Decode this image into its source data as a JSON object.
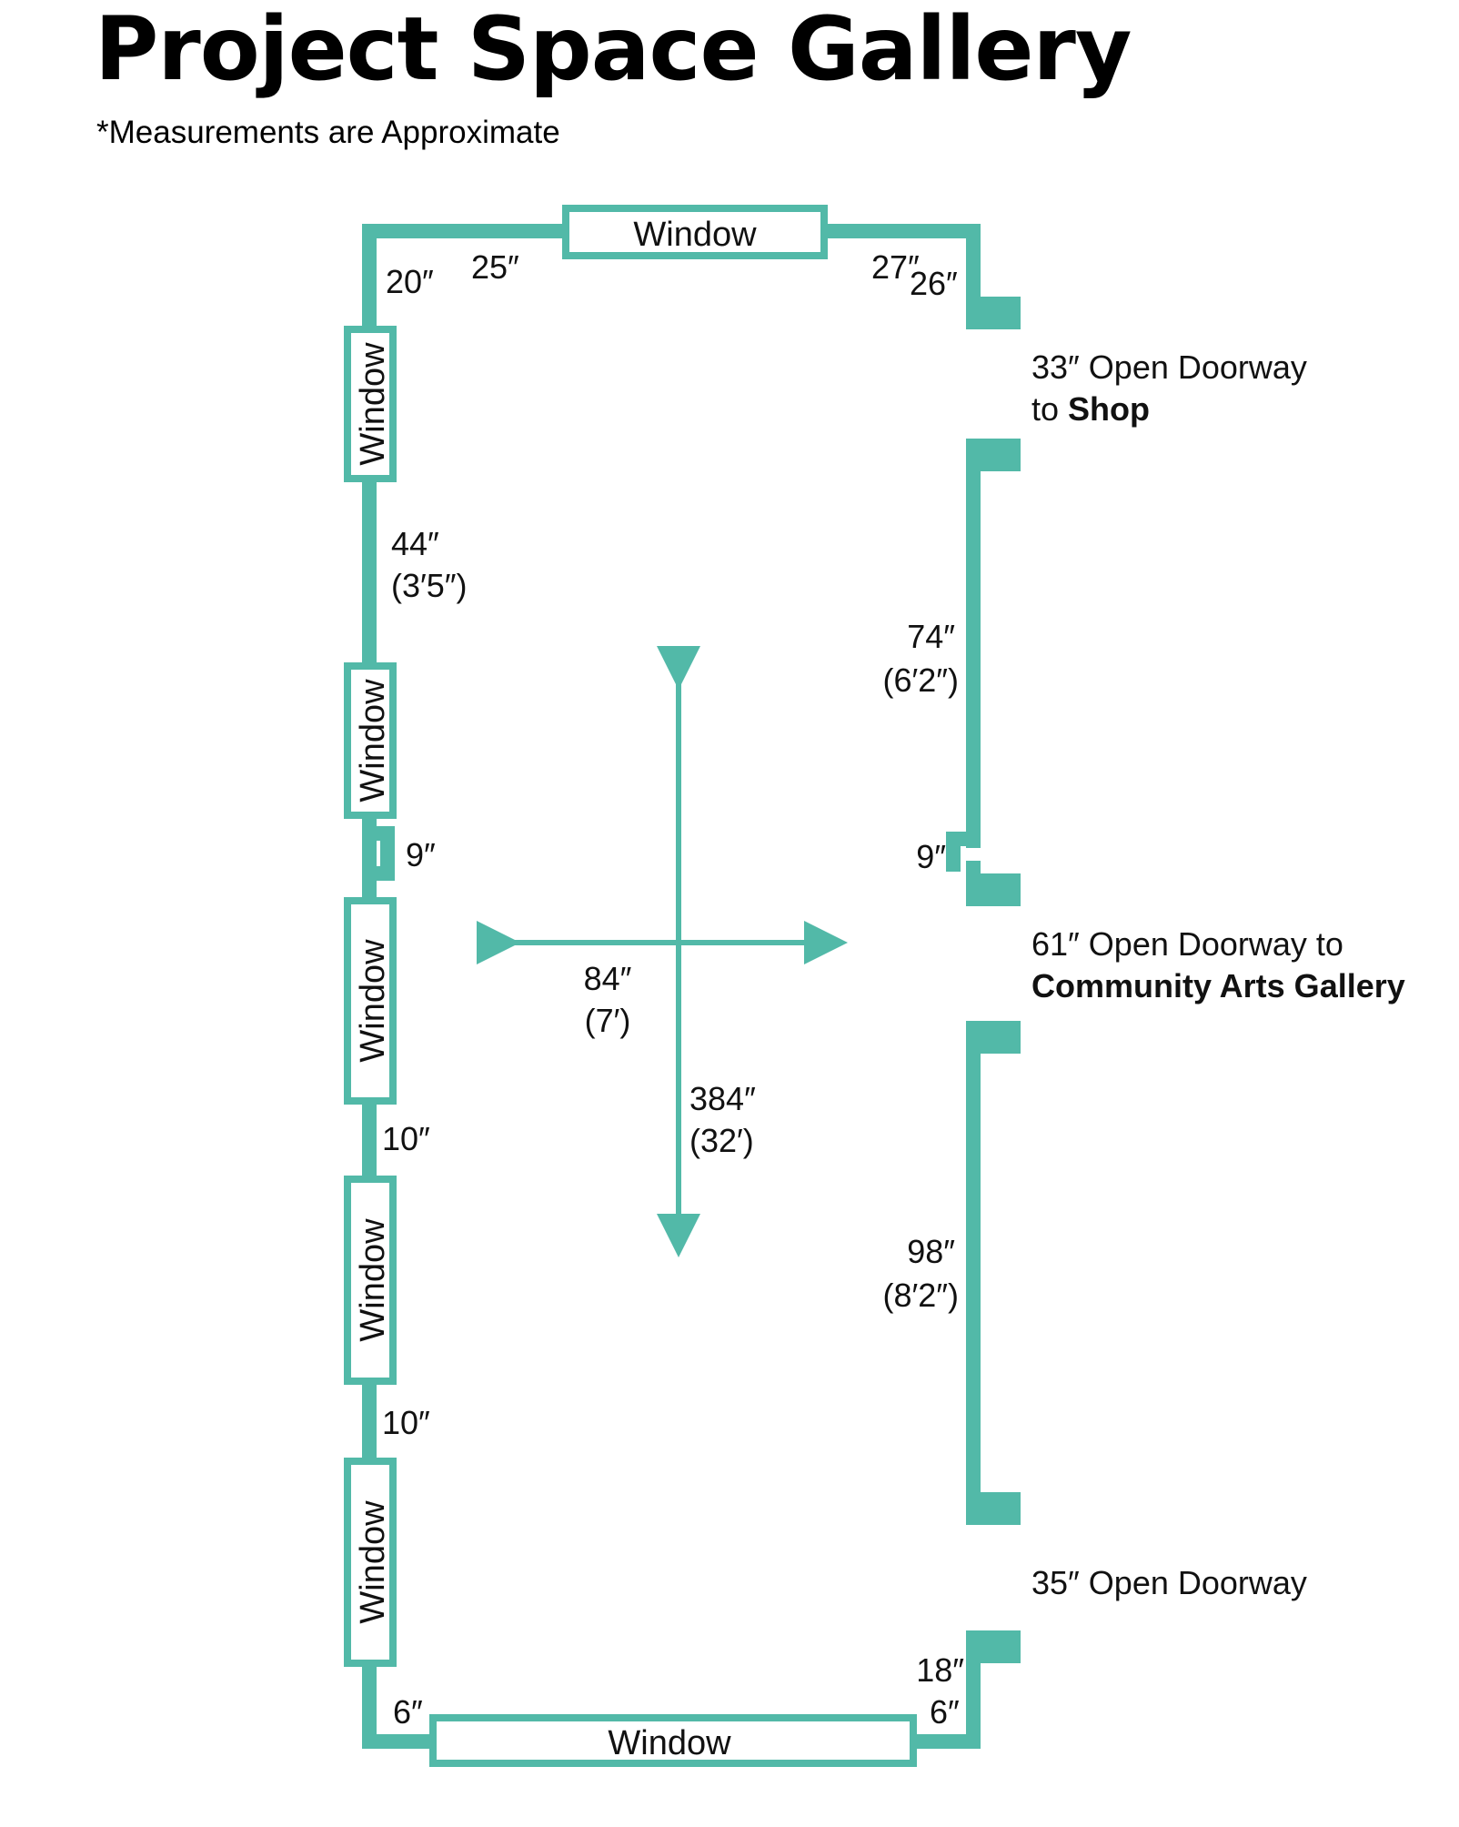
{
  "title": "Project Space Gallery",
  "subtitle": "*Measurements are Approximate",
  "colors": {
    "wall": "#52b9a8",
    "text": "#111111",
    "background": "#ffffff"
  },
  "windows": {
    "top": "Window",
    "bottom": "Window",
    "left_1": "Window",
    "left_2": "Window",
    "left_3": "Window",
    "left_4": "Window",
    "left_5": "Window"
  },
  "measurements": {
    "top_left_corner": "20″",
    "top_left_gap": "25″",
    "top_right_gap": "27″",
    "top_right_corner": "26″",
    "left_wall_1": "44″",
    "left_wall_1_ft": "(3′5″)",
    "left_notch": "9″",
    "left_gap_1": "10″",
    "left_gap_2": "10″",
    "bottom_left": "6″",
    "bottom_right": "6″",
    "right_wall_1": "74″",
    "right_wall_1_ft": "(6′2″)",
    "right_notch": "9″",
    "right_wall_2": "98″",
    "right_wall_2_ft": "(8′2″)",
    "right_bottom": "18″",
    "width": "84″",
    "width_ft": "(7′)",
    "length": "384″",
    "length_ft": "(32′)"
  },
  "doorways": {
    "shop_line1": "33″ Open Doorway",
    "shop_line2_prefix": "to",
    "shop_line2_bold": "Shop",
    "community_line1": "61″ Open Doorway to",
    "community_line2_bold": "Community Arts Gallery",
    "bottom_line1": "35″ Open Doorway"
  }
}
